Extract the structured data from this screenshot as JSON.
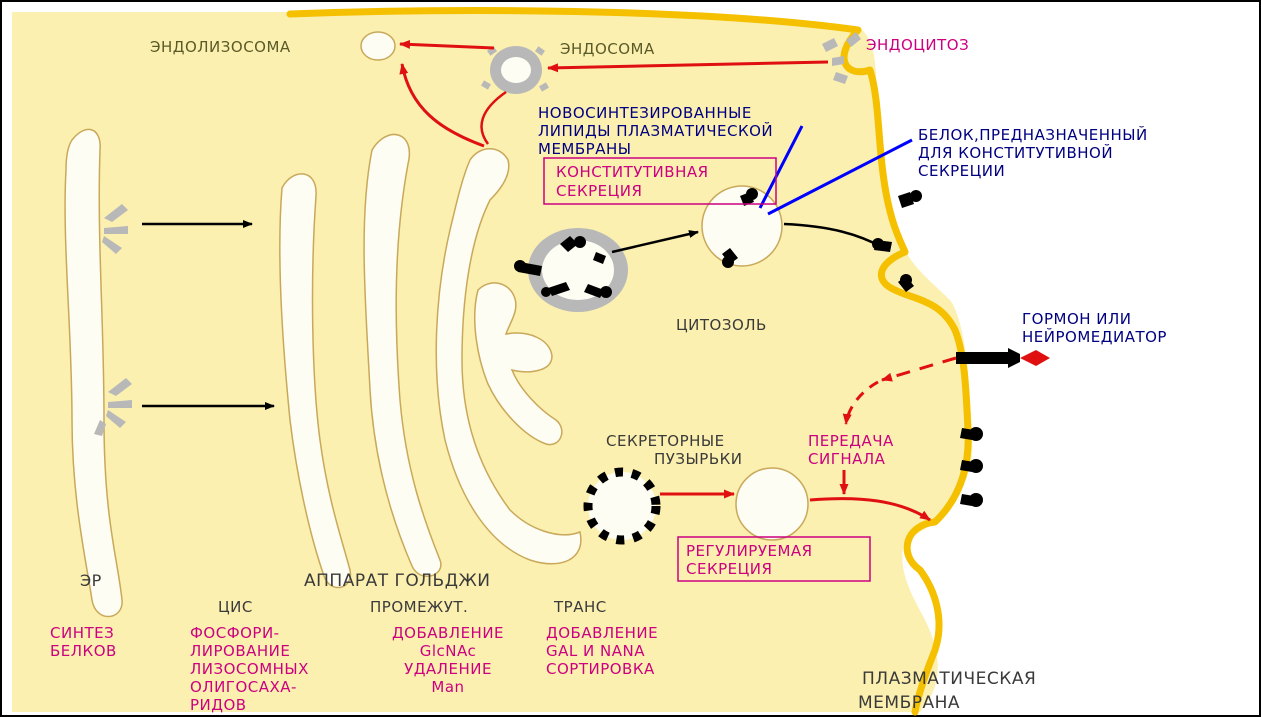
{
  "labels": {
    "endolysosome": "ЭНДОЛИЗОСОМА",
    "endosome": "ЭНДОСОМА",
    "endocytosis": "ЭНДОЦИТОЗ",
    "lipids": [
      "НОВОСИНТЕЗИРОВАННЫЕ",
      "ЛИПИДЫ ПЛАЗМАТИЧЕСКОЙ",
      "МЕМБРАНЫ"
    ],
    "constitutive_box": [
      "КОНСТИТУТИВНАЯ",
      "СЕКРЕЦИЯ"
    ],
    "constitutive_protein": [
      "БЕЛОК,ПРЕДНАЗНАЧЕННЫЙ",
      "ДЛЯ КОНСТИТУТИВНОЙ",
      "СЕКРЕЦИИ"
    ],
    "cytosol": "ЦИТОЗОЛЬ",
    "hormone": [
      "ГОРМОН ИЛИ",
      "НЕЙРОМЕДИАТОР"
    ],
    "signal": [
      "ПЕРЕДАЧА",
      "СИГНАЛА"
    ],
    "secretory_vesicles": [
      "СЕКРЕТОРНЫЕ",
      "ПУЗЫРЬКИ"
    ],
    "regulated_box": [
      "РЕГУЛИРУЕМАЯ",
      "СЕКРЕЦИЯ"
    ],
    "er": "ЭР",
    "golgi": "АППАРАТ ГОЛЬДЖИ",
    "cis": "ЦИС",
    "medial": "ПРОМЕЖУТ.",
    "trans": "ТРАНС",
    "protein_synthesis": [
      "СИНТЕЗ",
      "БЕЛКОВ"
    ],
    "phosphorylation": [
      "ФОСФОРИ-",
      "ЛИРОВАНИЕ",
      "ЛИЗОСОМНЫХ",
      "ОЛИГОСАХА-",
      "РИДОВ"
    ],
    "medial_actions": [
      "ДОБАВЛЕНИЕ",
      "GlcNAc",
      "УДАЛЕНИЕ",
      "Man"
    ],
    "trans_actions": [
      "ДОБАВЛЕНИЕ",
      "GAL И NANA",
      "СОРТИРОВКА"
    ],
    "plasma_membrane": [
      "ПЛАЗМАТИЧЕСКАЯ",
      "МЕМБРАНА"
    ]
  },
  "colors": {
    "cytoplasm": "#fbf0b0",
    "membrane": "#f5c000",
    "organelle": "#fdfdf3",
    "arrow_red": "#e01010",
    "text_olive": "#5a5a28",
    "text_navy": "#000080",
    "text_magenta": "#cc0080",
    "coat_grey": "#b8b8b8",
    "receptor": "#000000"
  }
}
